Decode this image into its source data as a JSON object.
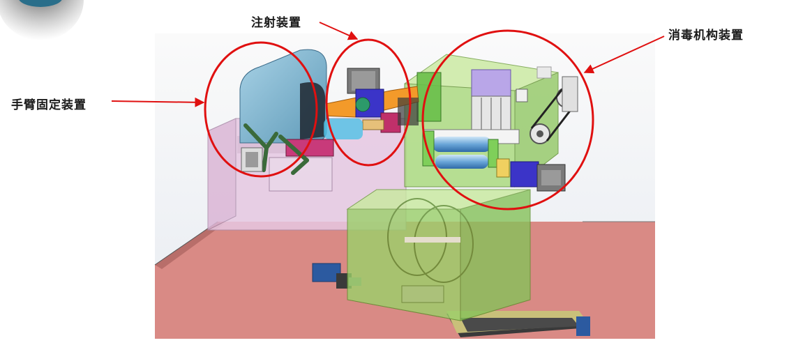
{
  "labels": {
    "arm_fixture": "手臂固定装置",
    "injection": "注射装置",
    "disinfection": "消毒机构装置"
  },
  "colors": {
    "callout_red": "#e01010",
    "table_top": "#d98a85",
    "green_housing": "#9bd06a",
    "pink_housing": "#e6c8e2",
    "blue_cover": "#7fb6d2"
  }
}
